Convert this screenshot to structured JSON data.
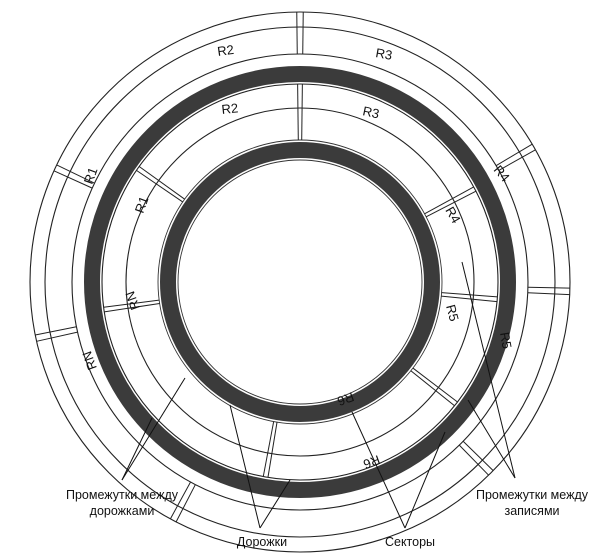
{
  "outer_records": [
    "R2",
    "R3",
    "R4",
    "R5",
    "R6",
    "RN",
    "R1"
  ],
  "inner_records": [
    "R2",
    "R3",
    "R4",
    "R5",
    "R6",
    "RN",
    "R1"
  ],
  "captions": {
    "track_gaps": [
      "Промежутки между",
      "дорожками"
    ],
    "tracks": "Дорожки",
    "sectors": "Секторы",
    "record_gaps": [
      "Промежутки между",
      "записями"
    ]
  },
  "colors": {
    "track_fill": "#3b3b3b",
    "line": "#222222",
    "background": "#ffffff"
  }
}
